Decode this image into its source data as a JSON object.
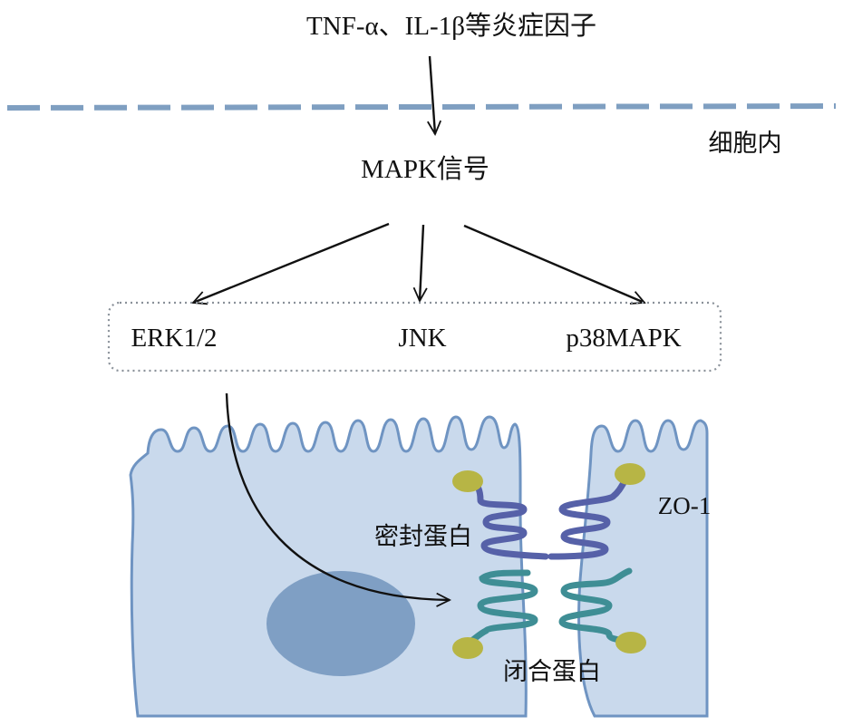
{
  "stimulus_label": "TNF-α、IL-1β等炎症因子",
  "region_label": "细胞内",
  "pathway_label": "MAPK信号",
  "kinases": {
    "erk": "ERK1/2",
    "jnk": "JNK",
    "p38": "p38MAPK"
  },
  "proteins": {
    "zo1": "ZO-1",
    "occludin": "密封蛋白",
    "claudin": "闭合蛋白"
  },
  "colors": {
    "membrane_dash": "#7f9fc1",
    "cell_fill": "#c9d9ec",
    "cell_outline": "#6f94c2",
    "nucleus": "#7f9fc4",
    "zo1_dot": "#b7b545",
    "occludin_strand": "#5661a8",
    "claudin_strand": "#3f8e95",
    "arrow": "#111111"
  }
}
